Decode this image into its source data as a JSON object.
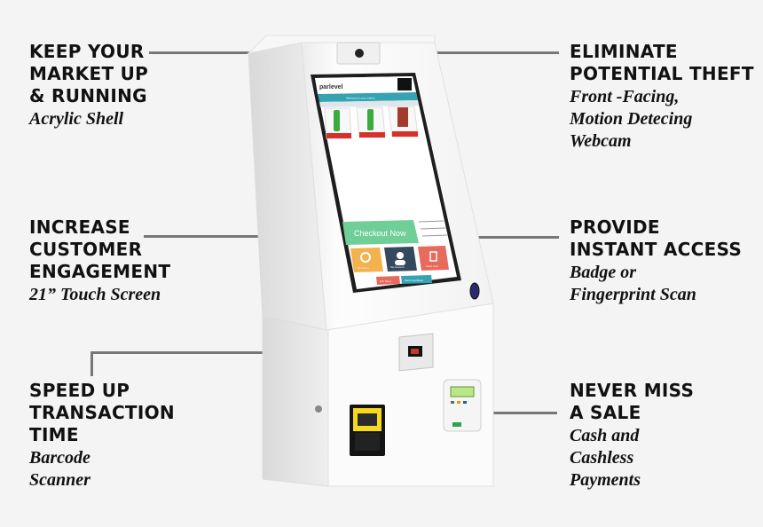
{
  "features": [
    {
      "id": "uptime",
      "head_lines": [
        "KEEP YOUR",
        "MARKET UP",
        "& RUNNING"
      ],
      "sub_lines": [
        "Acrylic Shell"
      ]
    },
    {
      "id": "engagement",
      "head_lines": [
        "INCREASE",
        "CUSTOMER",
        "ENGAGEMENT"
      ],
      "sub_lines": [
        "21” Touch Screen"
      ]
    },
    {
      "id": "transaction",
      "head_lines": [
        "SPEED UP",
        "TRANSACTION",
        "TIME"
      ],
      "sub_lines": [
        "Barcode",
        "Scanner"
      ]
    },
    {
      "id": "theft",
      "head_lines": [
        "ELIMINATE",
        "POTENTIAL THEFT"
      ],
      "sub_lines": [
        "Front -Facing,",
        "Motion Detecing",
        "Webcam"
      ]
    },
    {
      "id": "access",
      "head_lines": [
        "PROVIDE",
        "INSTANT ACCESS"
      ],
      "sub_lines": [
        "Badge or",
        "Fingerprint Scan"
      ]
    },
    {
      "id": "payment",
      "head_lines": [
        "NEVER MISS",
        "A SALE"
      ],
      "sub_lines": [
        "Cash and",
        "Cashless",
        "Payments"
      ]
    }
  ],
  "screen": {
    "logo": "parlevel",
    "welcome": "Welcome to your market",
    "checkout_label": "Checkout Now",
    "tile_labels": [
      "Find Item",
      "My Account",
      "Clear Cart"
    ],
    "bottom_buttons": [
      "Exit Store",
      "Send Feedback"
    ]
  },
  "colors": {
    "checkout_green": "#6fcf97",
    "tile_orange": "#f2b24d",
    "tile_navy": "#34495e",
    "tile_red": "#e86a5d",
    "screen_teal": "#35a3b2"
  }
}
